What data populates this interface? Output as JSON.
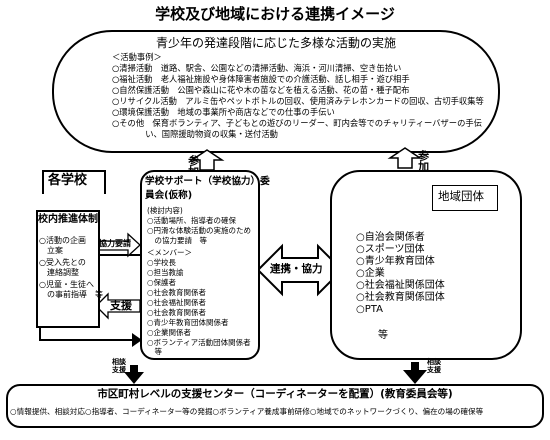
{
  "title": "学校及び地域における連携イメージ",
  "top_box": {
    "heading": "青少年の発達段階に応じた多様な活動の実施",
    "subheading": "＜活動事例＞",
    "items": [
      "○清掃活動　道路、駅舎、公園などの清掃活動、海浜・河川清掃、空き缶拾い",
      "○福祉活動　老人福祉施設や身体障害者施設での介護活動、話し相手・遊び相手",
      "○自然保護活動　公園や森山に花や木の苗などを植える活動、花の苗・種子配布",
      "○リサイクル活動　アルミ缶やペットボトルの回収、使用済みテレホンカードの回収、古切手収集等",
      "○環境保護活動　地域の事業所や商店などでの仕事の手伝い",
      "○その他　保育ボランティア、子どもとの遊びのリーダー、町内会等でのチャリティーバザーの手伝",
      "　　　　い、国際援助物資の収集・送付活動"
    ]
  },
  "participation_label_left": "参加",
  "participation_label_right": "参加",
  "school": {
    "tab_label": "各学校",
    "inner_title": "校内推進体制",
    "items": [
      "○活動の企画",
      "　立案",
      "○受入先との",
      "　連絡調整",
      "○児童・生徒へ",
      "　の事前指導　等"
    ],
    "cooperation_label": "協力要請",
    "support_label": "支援"
  },
  "support_center_school": {
    "title_line1": "学校サポート（学校協力）委",
    "title_line2": "員会(仮称)",
    "task_heading": "(検討内容)",
    "tasks": [
      "○活動場所、指導者の確保",
      "○円滑な体験活動の実施のため",
      "　の協力要請　等"
    ],
    "member_heading": "＜メンバー＞",
    "members": [
      "○学校長",
      "○担当教諭",
      "○保護者",
      "○社会教育関係者",
      "○社会福祉関係者",
      "○社会教育関係者",
      "○青少年教育団体関係者",
      "○企業関係者",
      "○ボランティア活動団体関係者",
      "　等"
    ]
  },
  "cooperation_arrow_label": "連携・協力",
  "community": {
    "title": "地域団体",
    "items": [
      "○自治会関係者",
      "○スポーツ団体",
      "○青少年教育団体",
      "○企業",
      "○社会福祉関係団体",
      "○社会教育関係団体",
      "○PTA",
      "",
      "等"
    ]
  },
  "support_arrow_left": "相談\n支援",
  "support_arrow_right": "相談\n支援",
  "bottom_box": {
    "title": "市区町村レベルの支援センター（コーディネーターを配置）(教育委員会等)",
    "functions": "○情報提供、相談対応○指導者、コーディネーター等の発掘○ボランティア養成事前研修○地域でのネットワークづくり、偏在の場の確保等"
  }
}
